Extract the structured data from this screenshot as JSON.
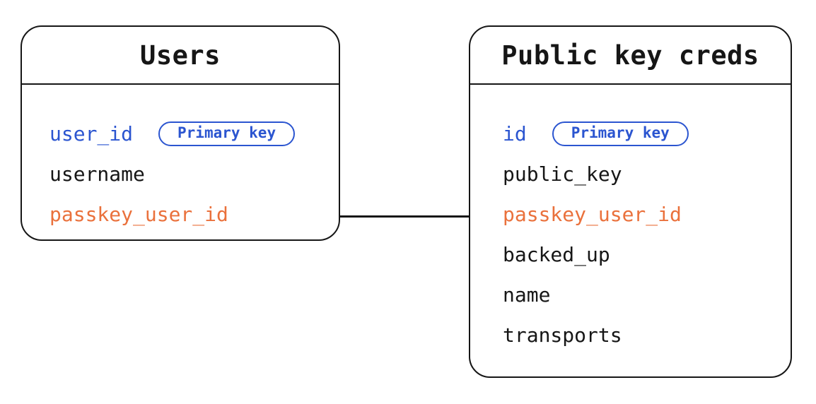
{
  "colors": {
    "primary_blue": "#2b55d0",
    "highlight_orange": "#ea713c",
    "line_black": "#161616",
    "background": "#ffffff"
  },
  "tables": [
    {
      "title": "Users",
      "fields": [
        {
          "name": "user_id",
          "color": "blue",
          "badge": "Primary key"
        },
        {
          "name": "username",
          "color": "black"
        },
        {
          "name": "passkey_user_id",
          "color": "orange"
        }
      ]
    },
    {
      "title": "Public key creds",
      "fields": [
        {
          "name": "id",
          "color": "blue",
          "badge": "Primary key"
        },
        {
          "name": "public_key",
          "color": "black"
        },
        {
          "name": "passkey_user_id",
          "color": "orange"
        },
        {
          "name": "backed_up",
          "color": "black"
        },
        {
          "name": "name",
          "color": "black"
        },
        {
          "name": "transports",
          "color": "black"
        }
      ]
    }
  ],
  "relationship": {
    "from_table": "Users",
    "from_field": "passkey_user_id",
    "to_table": "Public key creds",
    "to_field": "passkey_user_id"
  }
}
